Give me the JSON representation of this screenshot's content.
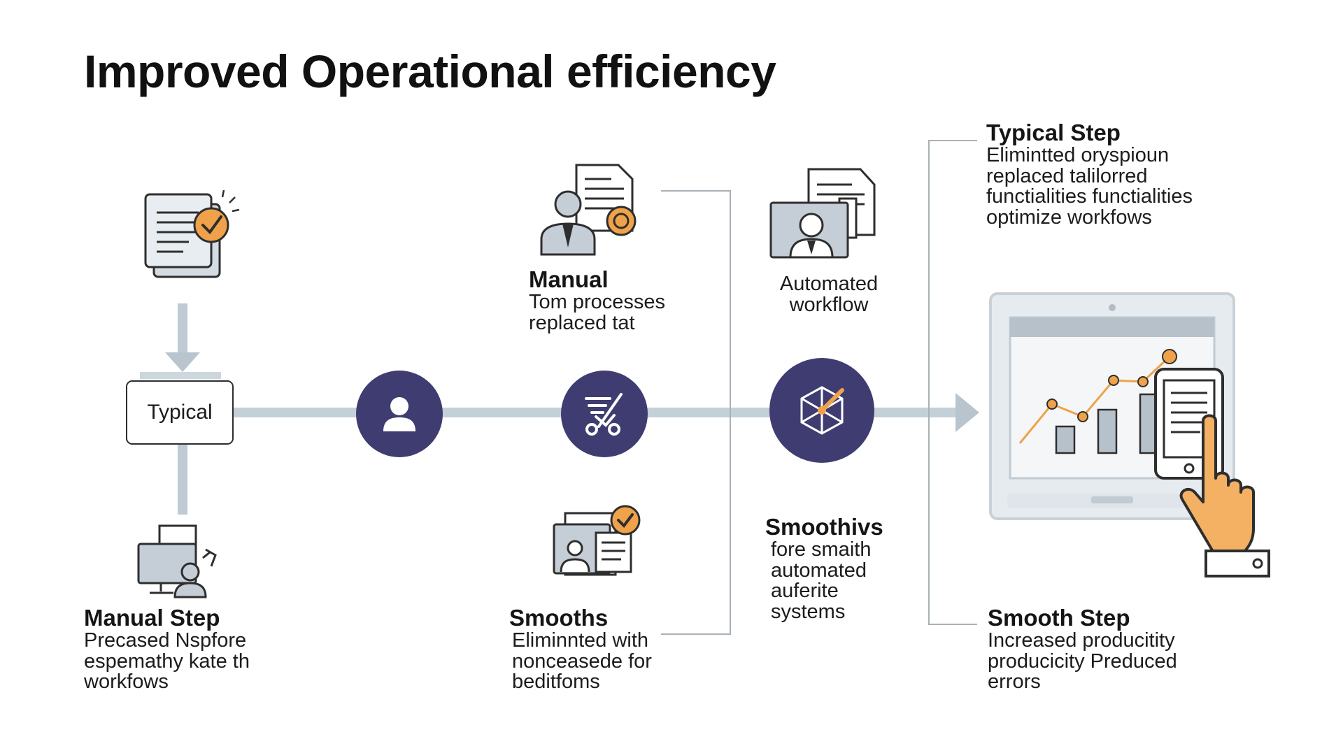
{
  "title": "Improved Operational efficiency",
  "typical_box": {
    "label": "Typical"
  },
  "manual_step": {
    "heading": "Manual Step",
    "lines": [
      "Precased Nspfore",
      "espemathy kate th",
      "workfows"
    ]
  },
  "manual": {
    "heading": "Manual",
    "lines": [
      "Tom processes",
      "replaced tat"
    ]
  },
  "smooths": {
    "heading": "Smooths",
    "lines": [
      "Eliminnted with",
      "nonceasede for",
      "beditfoms"
    ]
  },
  "automated": {
    "lines": [
      "Automated",
      "workflow"
    ]
  },
  "smoothivs": {
    "heading": "Smoothivs",
    "lines": [
      "fore smaith",
      "automated",
      "auferite",
      "systems"
    ]
  },
  "typical_step": {
    "heading": "Typical Step",
    "lines": [
      "Elimintted oryspioun",
      "replaced talilorred",
      "functialities functialities",
      "optimize workfows"
    ]
  },
  "smooth_step": {
    "heading": "Smooth Step",
    "lines": [
      "Increased producitity",
      "producicity Preduced",
      "errors"
    ]
  },
  "icons": [
    "document-check-icon",
    "computer-user-icon",
    "person-document-icon",
    "user-document-check-icon",
    "monitor-user-document-icon",
    "user-icon",
    "process-tools-icon",
    "network-hub-icon",
    "dashboard-chart-icon",
    "tablet-document-icon",
    "pointing-hand-icon"
  ],
  "colors": {
    "accent_orange": "#f0a24a",
    "node_navy": "#3f3c72",
    "pipe_blue": "#c4d0d8",
    "icon_gray": "#c5ced6"
  }
}
